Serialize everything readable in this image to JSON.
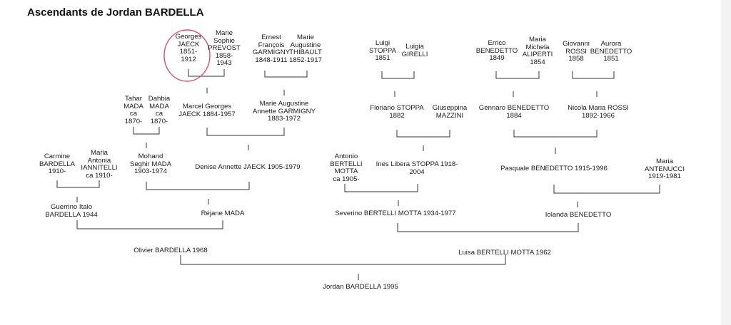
{
  "title": "Ascendants de Jordan BARDELLA",
  "highlight_color": "#d9506a",
  "people": {
    "georges_jaeck": [
      "Georges",
      "JAECK",
      "1851-",
      "1912"
    ],
    "marie_sophie_prevost": [
      "Marie",
      "Sophie",
      "PREVOST",
      "1858-",
      "1943"
    ],
    "ernest_francois_garmigny": [
      "Ernest",
      "François",
      "GARMIGNY",
      "1848-1911"
    ],
    "marie_augustine_thibault": [
      "Marie",
      "Augustine",
      "THIBAULT",
      "1852-1917"
    ],
    "luigi_stoppa": [
      "Luigi",
      "STOPPA",
      "1851"
    ],
    "luigia_girelli": [
      "Luigia",
      "GIRELLI"
    ],
    "errico_benedetto": [
      "Errico",
      "BENEDETTO",
      "1849"
    ],
    "maria_michela_aliperti": [
      "Maria",
      "Michela",
      "ALIPERTI",
      "1854"
    ],
    "giovanni_rossi": [
      "Giovanni",
      "ROSSI",
      "1858"
    ],
    "aurora_benedetto": [
      "Aurora",
      "BENEDETTO",
      "1851"
    ],
    "tahar_mada": [
      "Tahar",
      "MADA",
      "ca",
      "1870-"
    ],
    "dahbia_mada": [
      "Dahbia",
      "MADA",
      "ca",
      "1870-"
    ],
    "marcel_georges_jaeck": [
      "Marcel Georges",
      "JAECK 1884-1957"
    ],
    "marie_augustine_annette_garmigny": [
      "Marie Augustine",
      "Annette GARMIGNY",
      "1883-1972"
    ],
    "floriano_stoppa": [
      "Floriano STOPPA",
      "1882"
    ],
    "giuseppina_mazzini": [
      "Giuseppina",
      "MAZZINI"
    ],
    "gennaro_benedetto": [
      "Gennaro BENEDETTO",
      "1884"
    ],
    "nicola_maria_rossi": [
      "Nicola Maria ROSSI",
      "1892-1966"
    ],
    "carmine_bardella": [
      "Carmine",
      "BARDELLA",
      "1910-"
    ],
    "maria_antonia_iannitelli": [
      "Maria",
      "Antonia",
      "IANNITELLI",
      "ca 1910-"
    ],
    "mohand_seghir_mada": [
      "Mohand",
      "Seghir MADA",
      "1903-1974"
    ],
    "denise_annette_jaeck": [
      "Denise Annette JAECK 1905-1979"
    ],
    "antonio_bertelli_motta": [
      "Antonio",
      "BERTELLI",
      "MOTTA",
      "ca 1905-"
    ],
    "ines_libera_stoppa": [
      "Ines Libera STOPPA 1918-",
      "2004"
    ],
    "pasquale_benedetto": [
      "Pasquale BENEDETTO 1915-1996"
    ],
    "maria_antenucci": [
      "Maria",
      "ANTENUCCI",
      "1919-1981"
    ],
    "guerrino_italo_bardella": [
      "Guerrino Italo",
      "BARDELLA 1944"
    ],
    "rejane_mada": [
      "Réjane MADA"
    ],
    "severino_bertelli_motta": [
      "Severino BERTELLI MOTTA 1934-1977"
    ],
    "iolanda_benedetto": [
      "Iolanda BENEDETTO"
    ],
    "olivier_bardella": [
      "Olivier BARDELLA 1968"
    ],
    "luisa_bertelli_motta": [
      "Luisa BERTELLI MOTTA 1962"
    ],
    "jordan_bardella": [
      "Jordan BARDELLA 1995"
    ]
  }
}
